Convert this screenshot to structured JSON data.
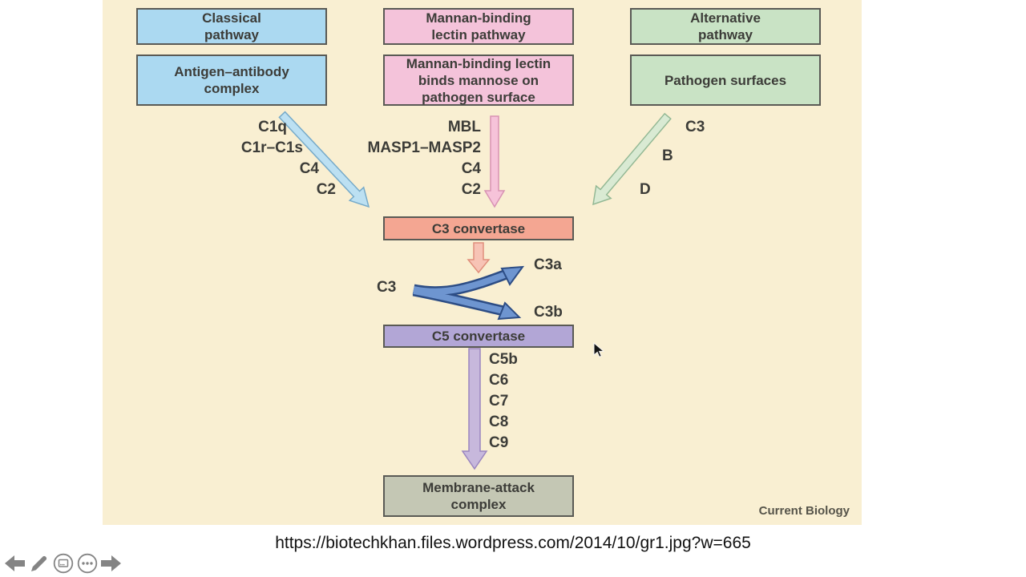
{
  "slide": {
    "source_url": "https://biotechkhan.files.wordpress.com/2014/10/gr1.jpg?w=665",
    "credit": "Current Biology"
  },
  "diagram": {
    "pathways": {
      "classical": {
        "title": "Classical\npathway",
        "trigger": "Antigen–antibody\ncomplex",
        "factors": [
          "C1q",
          "C1r–C1s",
          "C4",
          "C2"
        ]
      },
      "lectin": {
        "title": "Mannan-binding\nlectin pathway",
        "trigger": "Mannan-binding lectin\nbinds mannose on\npathogen surface",
        "factors": [
          "MBL",
          "MASP1–MASP2",
          "C4",
          "C2"
        ]
      },
      "alternative": {
        "title": "Alternative\npathway",
        "trigger": "Pathogen surfaces",
        "factors": [
          "C3",
          "B",
          "D"
        ]
      }
    },
    "nodes": {
      "c3_convertase": "C3 convertase",
      "c5_convertase": "C5 convertase",
      "membrane_attack_complex": "Membrane-attack\ncomplex"
    },
    "cleavage": {
      "substrate": "C3",
      "product_a": "C3a",
      "product_b": "C3b"
    },
    "terminal_factors": [
      "C5b",
      "C6",
      "C7",
      "C8",
      "C9"
    ]
  },
  "toolbar": {
    "icons": [
      "previous-slide",
      "pen",
      "see-all-slides",
      "more-options",
      "next-slide"
    ]
  },
  "colors": {
    "figure_background": "#f9efd2",
    "classical_box": "#abd9f1",
    "lectin_box": "#f4c3da",
    "alternative_box": "#c9e3c5",
    "c3_convertase_box": "#f4a692",
    "c5_convertase_box": "#b2a6d6",
    "mac_box": "#c4c7b4",
    "arrow_blue_fill": "#bce0f2",
    "arrow_blue_stroke": "#76aac9",
    "arrow_pink_fill": "#f6c3d9",
    "arrow_pink_stroke": "#d893b3",
    "arrow_green_fill": "#d9ead3",
    "arrow_green_stroke": "#93b894",
    "arrow_salmon_fill": "#f7c3b5",
    "arrow_salmon_stroke": "#e08f7c",
    "arrow_purple_fill": "#c7b8dc",
    "arrow_purple_stroke": "#9b86bf",
    "fork_blue_fill": "#6e95d0",
    "fork_blue_stroke": "#2d4d85",
    "toolbar_gray": "#848484"
  }
}
